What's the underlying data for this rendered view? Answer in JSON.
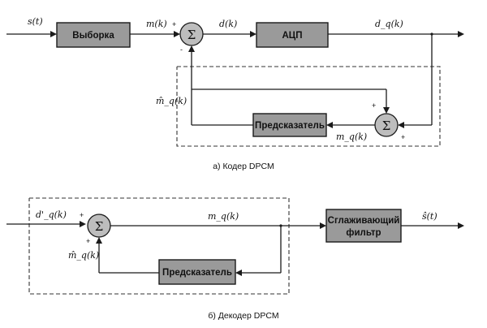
{
  "encoder": {
    "caption": "а) Кодер DPCM",
    "blocks": {
      "sampler": "Выборка",
      "adc": "АЦП",
      "predictor": "Предсказатель"
    },
    "signals": {
      "input": "s(t)",
      "sampled": "m(k)",
      "difference": "d(k)",
      "quantized_diff": "d_q(k)",
      "prediction": "m̂_q(k)",
      "reconstructed": "m_q(k)"
    },
    "sum_symbol": "Σ",
    "signs": {
      "sum1_plus": "+",
      "sum1_minus": "-",
      "sum2_plus_top": "+",
      "sum2_plus_bottom": "+"
    }
  },
  "decoder": {
    "caption": "б) Декодер DPCM",
    "blocks": {
      "predictor": "Предсказатель",
      "smoothing_line1": "Сглаживающий",
      "smoothing_line2": "фильтр"
    },
    "signals": {
      "input": "d'_q(k)",
      "reconstructed": "m_q(k)",
      "prediction": "m̂_q(k)",
      "output": "ŝ(t)"
    },
    "sum_symbol": "Σ",
    "signs": {
      "sum_plus_left": "+",
      "sum_plus_bottom": "+"
    }
  }
}
